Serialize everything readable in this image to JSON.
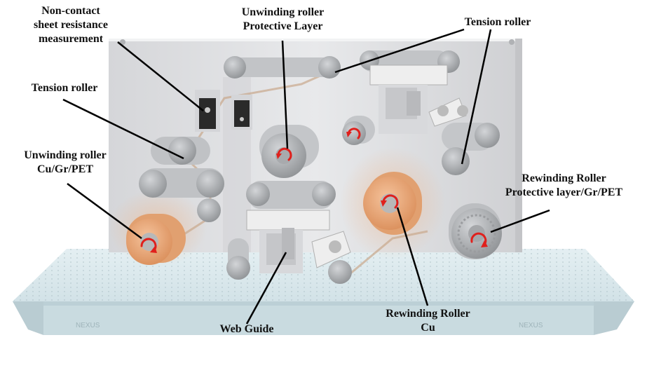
{
  "labels": {
    "noncontact": [
      "Non-contact",
      "sheet resistance",
      "measurement"
    ],
    "unwind_protective": [
      "Unwinding roller",
      "Protective Layer"
    ],
    "tension_top": [
      "Tension roller"
    ],
    "tension_left": [
      "Tension roller"
    ],
    "unwind_cu": [
      "Unwinding roller",
      "Cu/Gr/PET"
    ],
    "rewind_protective": [
      "Rewinding Roller",
      "Protective layer/Gr/PET"
    ],
    "rewind_cu": [
      "Rewinding Roller",
      "Cu"
    ],
    "web_guide": [
      "Web Guide"
    ]
  },
  "colors": {
    "plate": "#dcdde0",
    "base": "#d6e6ea",
    "copper": "#e9a877",
    "roller": "#b4b6b9",
    "arrow": "#e0201c",
    "bracket": "#eeeeee",
    "leader": "#000000"
  },
  "icons": {
    "rotation": "rotation-arrow-icon",
    "logo": "nexus-logo-icon"
  }
}
